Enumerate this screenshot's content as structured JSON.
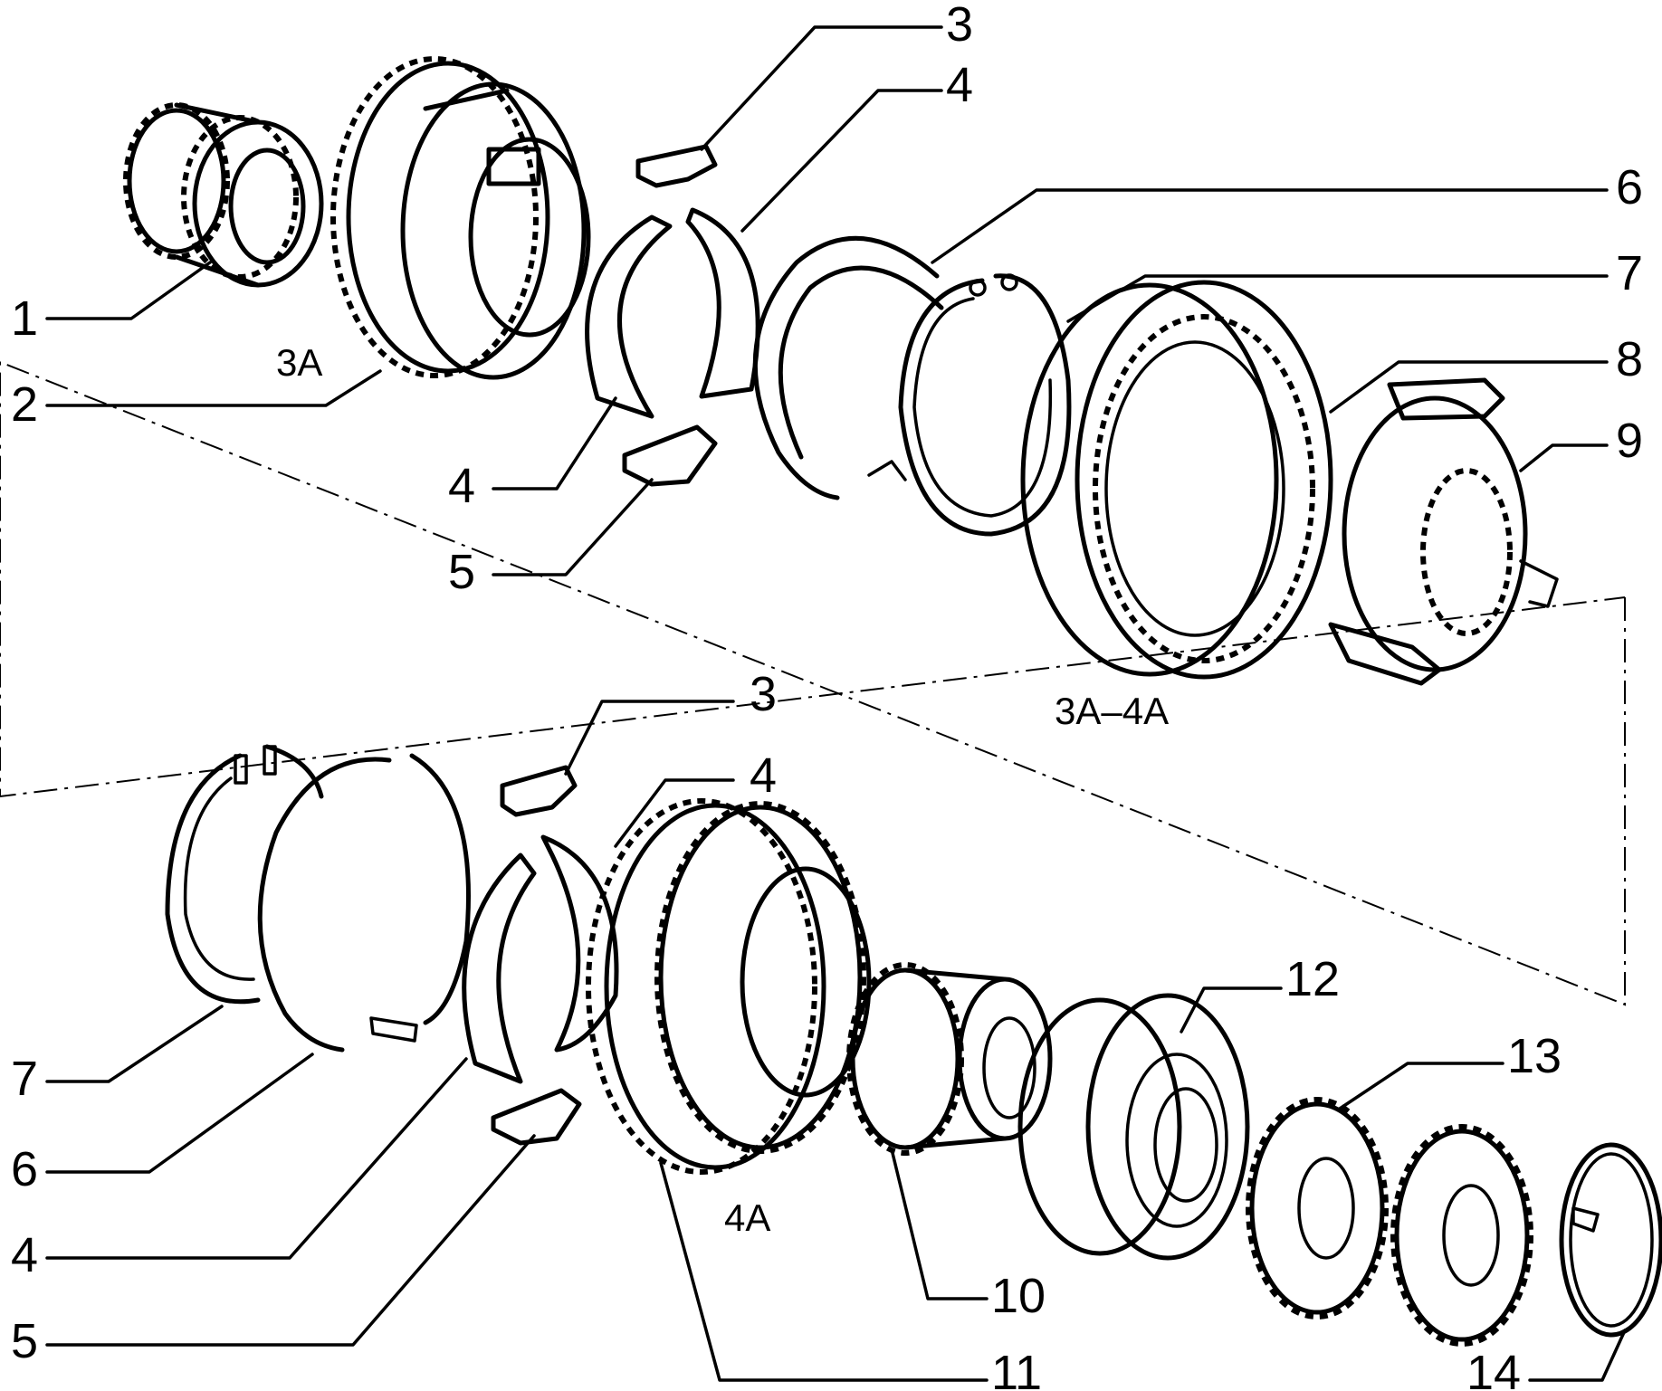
{
  "callouts": {
    "c1": "1",
    "c2": "2",
    "c3a": "3",
    "c4a": "4",
    "c4b": "4",
    "c5a": "5",
    "c6a": "6",
    "c7a": "7",
    "c8": "8",
    "c9": "9",
    "c3b": "3",
    "c4c": "4",
    "c7b": "7",
    "c6b": "6",
    "c4d": "4",
    "c5b": "5",
    "c10": "10",
    "c11": "11",
    "c12": "12",
    "c13": "13",
    "c14": "14"
  },
  "group_labels": {
    "gear_3": "3A",
    "synchro_3_4": "3A–4A",
    "gear_4": "4A"
  },
  "style": {
    "line_color": "#000000",
    "background": "#ffffff"
  }
}
